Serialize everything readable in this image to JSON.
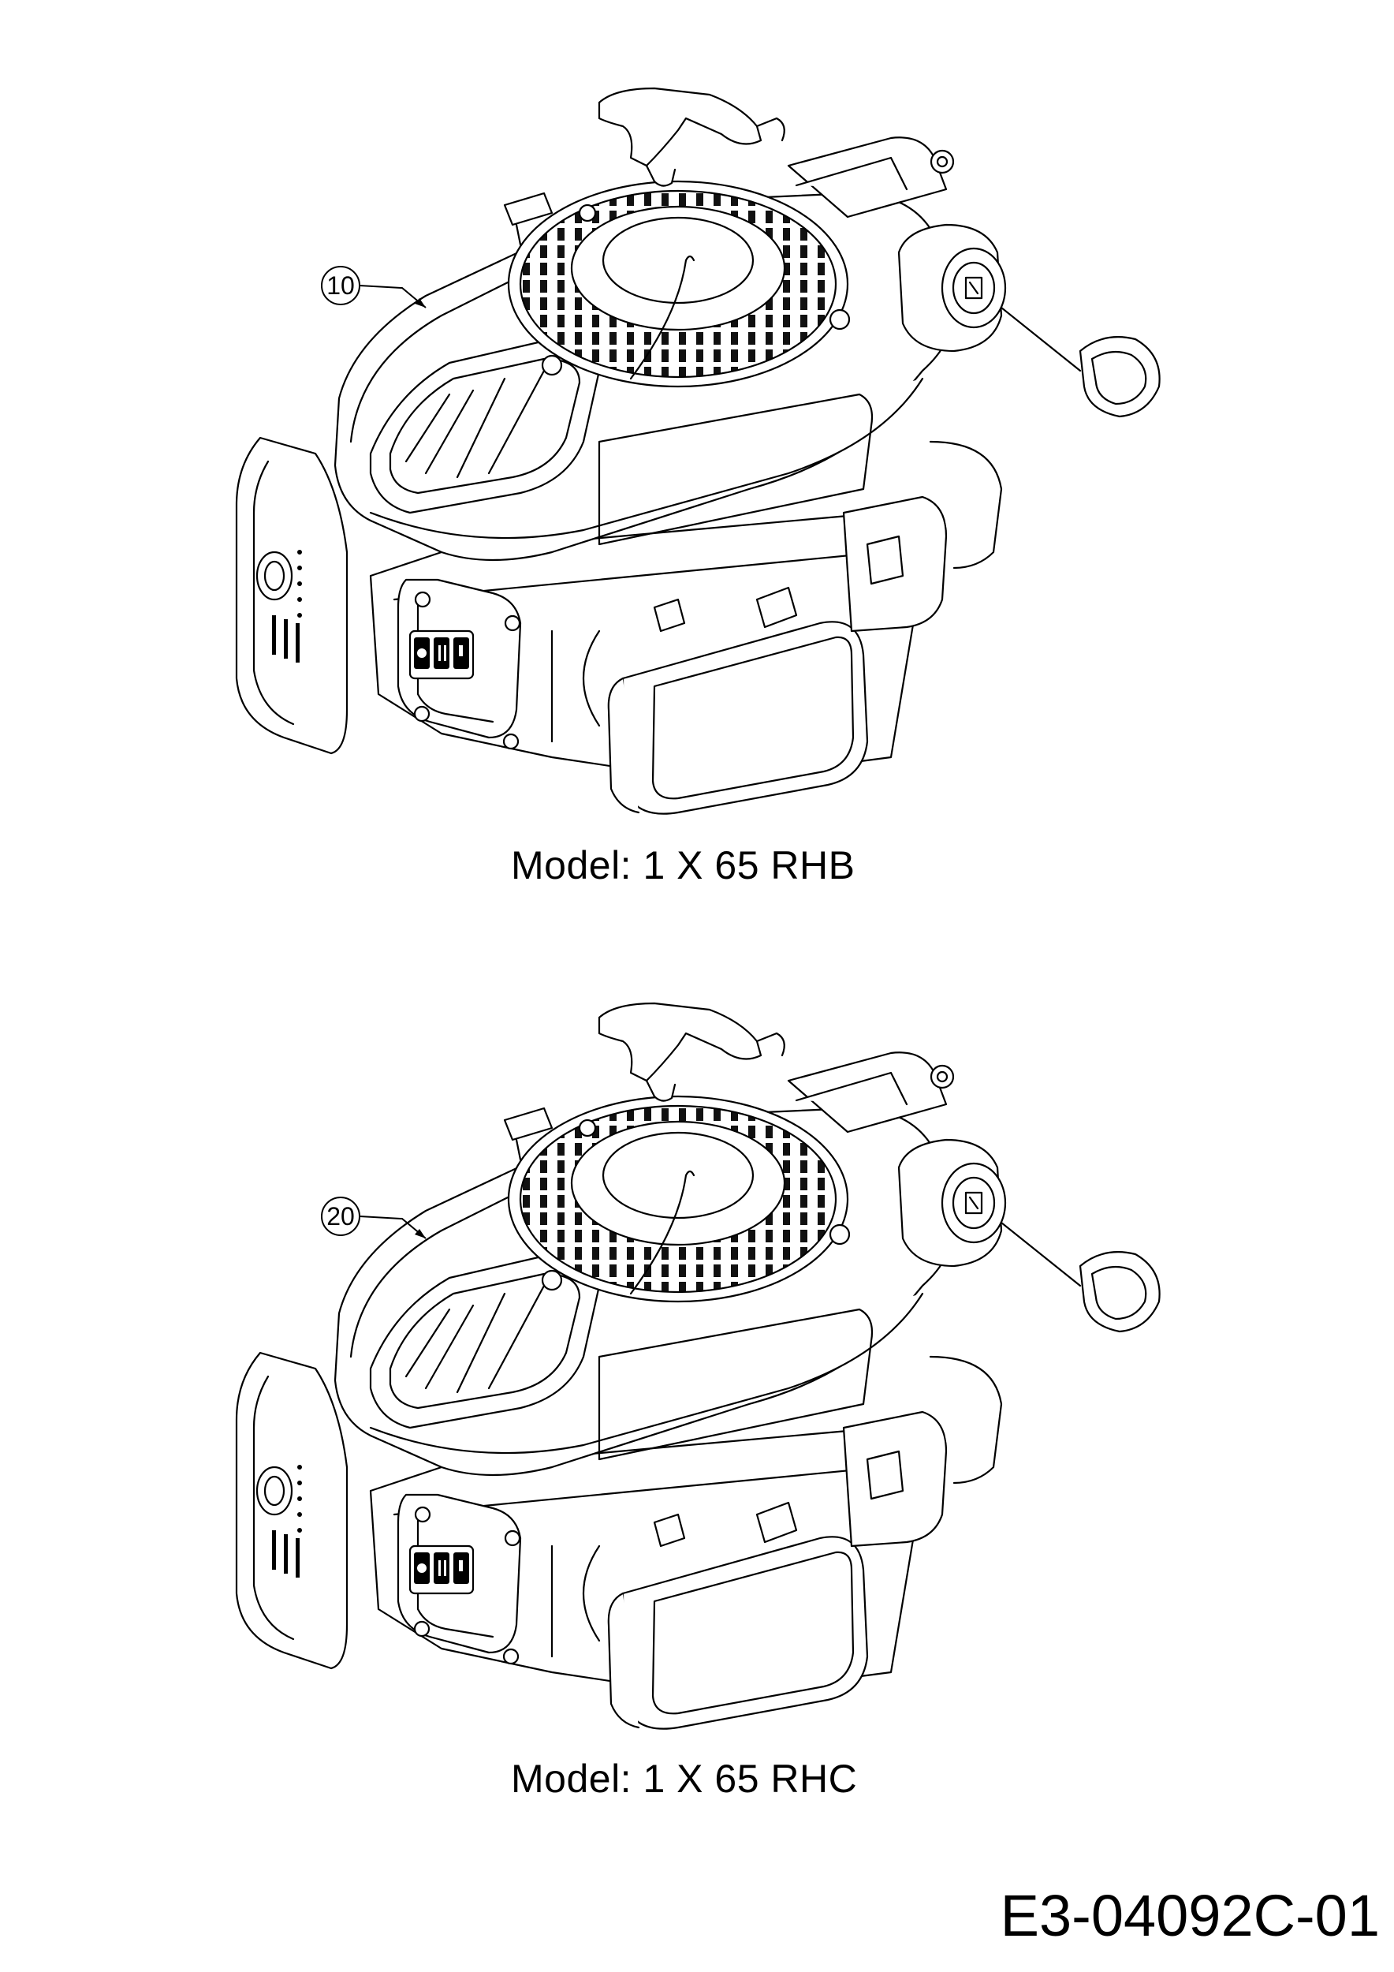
{
  "figures": [
    {
      "callout_label": "10",
      "caption": "Model: 1 X 65 RHB"
    },
    {
      "callout_label": "20",
      "caption": "Model: 1 X 65 RHC"
    }
  ],
  "document_id": "E3-04092C-01",
  "colors": {
    "line": "#000000",
    "background": "#ffffff"
  }
}
